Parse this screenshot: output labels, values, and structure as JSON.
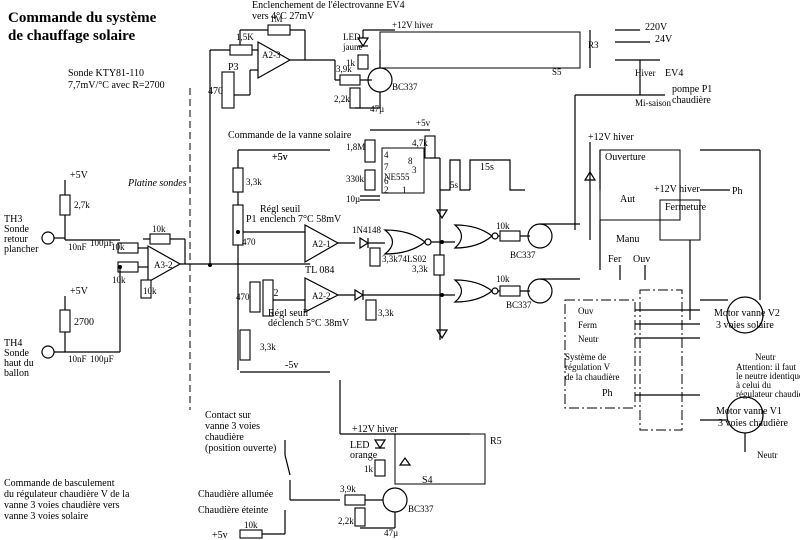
{
  "title": {
    "line1": "Commande du système",
    "line2": "de chauffage solaire"
  },
  "labels": {
    "ev4_line1": "Enclenchement de l'électrovanne EV4",
    "ev4_line2": "vers 4°C 27mV",
    "r_1_5k": "1,5K",
    "r_1m": "1M",
    "op_a2_3": "A2-3",
    "led_jaune_1": "LED",
    "led_jaune_2": "jaune",
    "plus12_hiver_top": "+12V hiver",
    "r3": "R3",
    "s5": "S5",
    "v220": "220V",
    "v24": "24V",
    "hiver": "Hiver",
    "ev4": "EV4",
    "mi_saison": "Mi-saison",
    "pompe_1": "pompe P1",
    "pompe_2": "chaudière",
    "r_1k_top": "1k",
    "r_3_9k_top": "3,9k",
    "r_2_2k_top": "2,2k",
    "cap_47_top": "47µ",
    "bc337_top": "BC337",
    "sonde_1": "Sonde KTY81-110",
    "sonde_2": "7,7mV/°C avec R=2700",
    "p3": "P3",
    "r_470_p3": "470",
    "vanne_solaire": "Commande de la vanne solaire",
    "plus5v_vanne": "+5v",
    "plus5v_ne": "+5v",
    "r_1_8m": "1,8M",
    "r_4_7k": "4,7k",
    "k330": "330k",
    "u10": "10µ",
    "ne555": "NE555",
    "pin8": "8",
    "pin4": "4",
    "pin7": "7",
    "pin6": "6",
    "pin2": "2",
    "pin3": "3",
    "pin1": "1",
    "pulse_5s": "5s",
    "pulse_15s": "15s",
    "plus12_hiver_right": "+12V hiver",
    "ouverture": "Ouverture",
    "aut": "Aut",
    "manu": "Manu",
    "fer": "Fer",
    "ouv": "Ouv",
    "plus12_hiver_mid": "+12V hiver",
    "fermeture": "Fermeture",
    "ph_top": "Ph",
    "platine": "Platine sondes",
    "plus5v_a": "+5V",
    "r_2_7k": "2,7k",
    "th3_1": "TH3",
    "th3_2": "Sonde",
    "th3_3": "retour",
    "th3_4": "plancher",
    "cap_10nf_1": "10nF",
    "cap_100u_1": "100µF",
    "r_10k_a": "10k",
    "r_10k_b": "10k",
    "r_10k_c": "10k",
    "r_10k_d": "10k",
    "op_a3_2": "A3-2",
    "plus5v_b": "+5V",
    "r_2700": "2700",
    "th4_1": "TH4",
    "th4_2": "Sonde",
    "th4_3": "haut du",
    "th4_4": "ballon",
    "cap_10nf_2": "10nF",
    "cap_100u_2": "100µF",
    "plus5v_ref": "+5v",
    "r_3_3k_a": "3,3k",
    "p1": "P1",
    "r_470_p1": "470",
    "regl_enc_1": "Régl seuil",
    "regl_enc_2": "enclench 7°C 58mV",
    "op_a2_1": "A2-1",
    "d_1n4148": "1N4148",
    "ls02": "74LS02",
    "r_3_3k_b": "3,3k",
    "r_3_3k_c": "3,3k",
    "r_10k_e": "10k",
    "bc337_mid": "BC337",
    "tl084": "TL 084",
    "r_470_p2": "470",
    "p2": "P2",
    "op_a2_2": "A2-2",
    "regl_dec_1": "Régl seuil",
    "regl_dec_2": "déclench 5°C 38mV",
    "r_3_3k_d": "3,3k",
    "r_10k_f": "10k",
    "bc337_low": "BC337",
    "r_3_3k_e": "3,3k",
    "minus5v": "-5v",
    "ouv_reg": "Ouv",
    "ferm_reg": "Ferm",
    "neutr_reg": "Neutr",
    "sys_1": "Système de",
    "sys_2": "régulation V",
    "sys_3": "de la chaudière",
    "ph_low": "Ph",
    "motor_v2_1": "Motor vanne V2",
    "motor_v2_2": "3 voies solaire",
    "neutr_right": "Neutr",
    "att_1": "Attention: il faut",
    "att_2": "le neutre identique",
    "att_3": "à celui du",
    "att_4": "régulateur chaudière",
    "motor_v1_1": "Motor vanne V1",
    "motor_v1_2": "3  voies chaudière",
    "neutr_bottom": "Neutr",
    "contact_1": "Contact sur",
    "contact_2": "vanne 3 voies",
    "contact_3": "chaudière",
    "contact_4": "(position ouverte)",
    "plus12_hiver_low": "+12V hiver",
    "led_orange_1": "LED",
    "led_orange_2": "orange",
    "r_1k_low": "1k",
    "r5": "R5",
    "s4": "S4",
    "chaud_allumee": "Chaudière allumée",
    "chaud_eteinte": "Chaudière éteinte",
    "r_3_9k_low": "3,9k",
    "r_2_2k_low": "2,2k",
    "bc337_bottom": "BC337",
    "cap_47_low": "47µ",
    "plus5v_bottom": "+5v",
    "r_10k_bottom": "10k",
    "basc_1": "Commande de basculement",
    "basc_2": "du régulateur chaudière V de la",
    "basc_3": "vanne 3 voies chaudière vers",
    "basc_4": "vanne 3 voies solaire"
  }
}
